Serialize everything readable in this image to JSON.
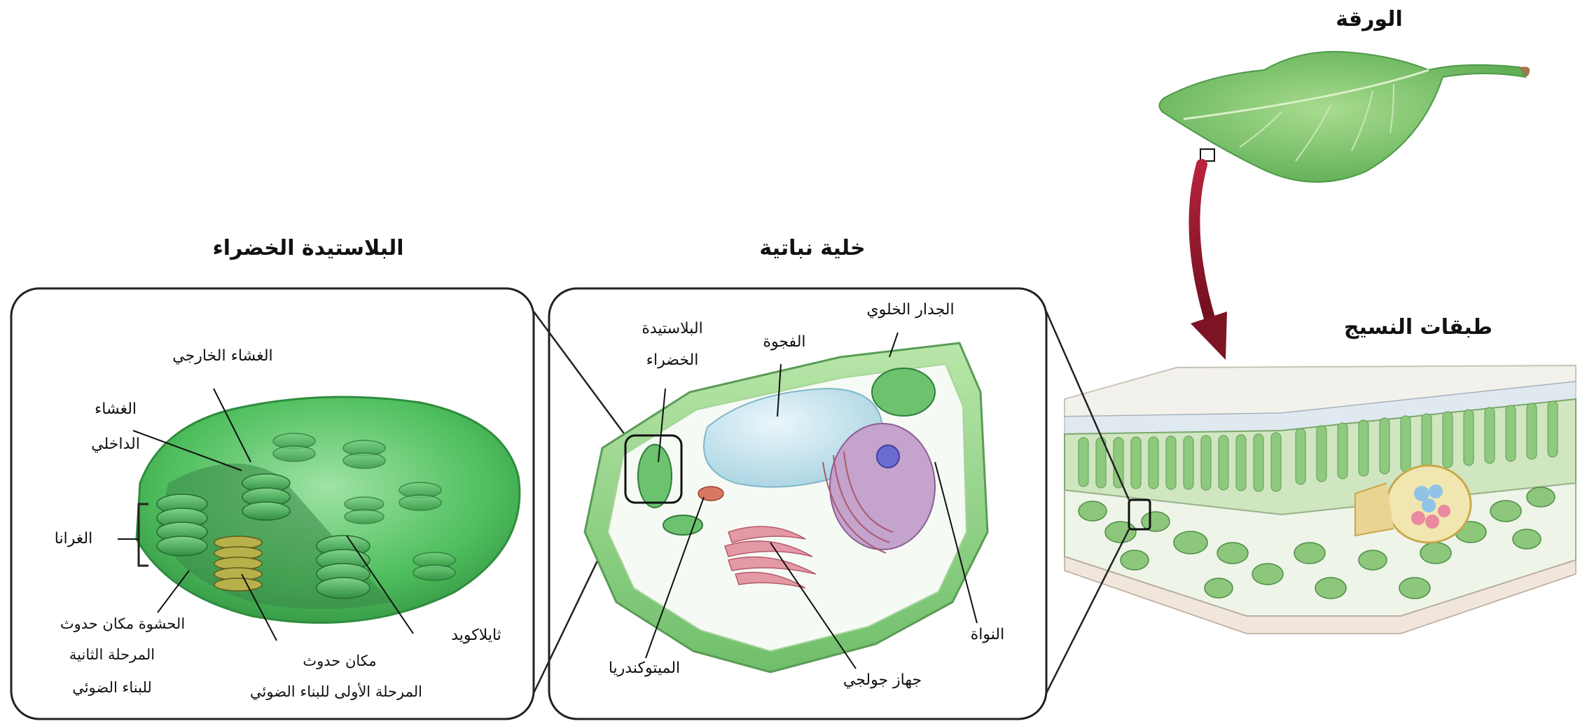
{
  "titles": {
    "leaf": "الورقة",
    "tissue": "طبقات النسيج",
    "plant_cell": "خلية نباتية",
    "chloroplast": "البلاستيدة الخضراء"
  },
  "chloroplast_labels": {
    "outer_membrane": "الغشاء الخارجي",
    "inner_membrane_1": "الغشاء",
    "inner_membrane_2": "الداخلي",
    "grana": "الغرانا",
    "stroma_1": "الحشوة مكان حدوث",
    "stroma_2": "المرحلة الثانية",
    "stroma_3": "للبناء الضوئي",
    "site_1": "مكان حدوث",
    "site_2": "المرحلة الأولى  للبناء الضوئي",
    "thylakoid": "ثايلاكويد"
  },
  "cell_labels": {
    "chloroplast_1": "البلاستيدة",
    "chloroplast_2": "الخضراء",
    "vacuole": "الفجوة",
    "cell_wall": "الجدار الخلوي",
    "nucleus": "النواة",
    "golgi": "جهاز جولجي",
    "mitochondria": "الميتوكندريا"
  },
  "colors": {
    "leaf_green": "#7dc46a",
    "chloroplast_green": "#5cc66a",
    "arrow_red": "#8b1a2b",
    "frame_black": "#222222"
  }
}
